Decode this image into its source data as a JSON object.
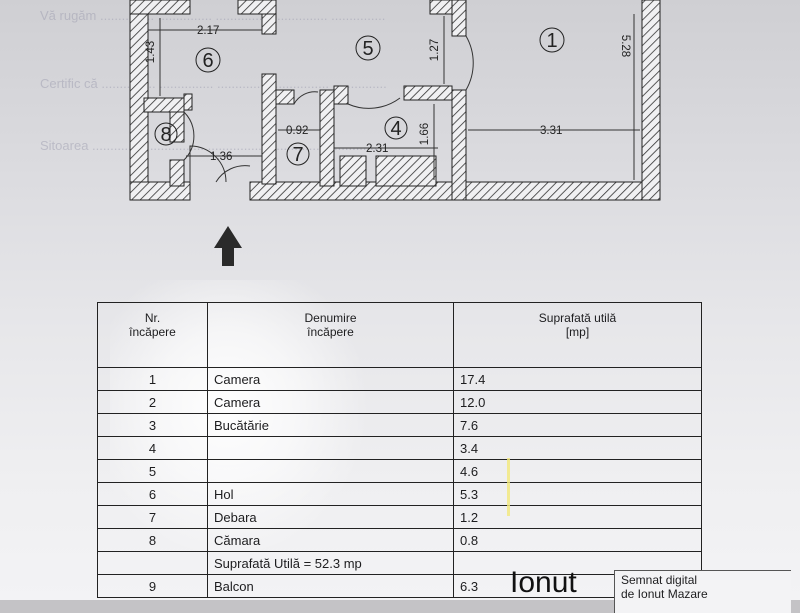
{
  "plan": {
    "dimensions": [
      "2.17",
      "1.43",
      "1.27",
      "5.28",
      "3.31",
      "1.66",
      "0.92",
      "2.31",
      "1.36"
    ],
    "room_numbers": [
      "1",
      "5",
      "6",
      "4",
      "7",
      "8"
    ]
  },
  "table": {
    "headers": {
      "nr": [
        "Nr.",
        "încăpere"
      ],
      "name": [
        "Denumire",
        "încăpere"
      ],
      "area": [
        "Suprafată utilă",
        "[mp]"
      ]
    },
    "rows": [
      {
        "nr": "1",
        "name": "Camera",
        "area": "17.4"
      },
      {
        "nr": "2",
        "name": "Camera",
        "area": "12.0"
      },
      {
        "nr": "3",
        "name": "Bucătărie",
        "area": "7.6"
      },
      {
        "nr": "4",
        "name": "",
        "area": "3.4"
      },
      {
        "nr": "5",
        "name": "",
        "area": "4.6"
      },
      {
        "nr": "6",
        "name": "Hol",
        "area": "5.3"
      },
      {
        "nr": "7",
        "name": "Debara",
        "area": "1.2"
      },
      {
        "nr": "8",
        "name": "Cămara",
        "area": "0.8"
      }
    ],
    "total": "Suprafată Utilă = 52.3 mp",
    "balcony": {
      "nr": "9",
      "name": "Balcon",
      "area": "6.3"
    }
  },
  "signature": {
    "name": "Ionut",
    "label_line1": "Semnat digital",
    "label_line2": "de Ionut Mazare"
  }
}
